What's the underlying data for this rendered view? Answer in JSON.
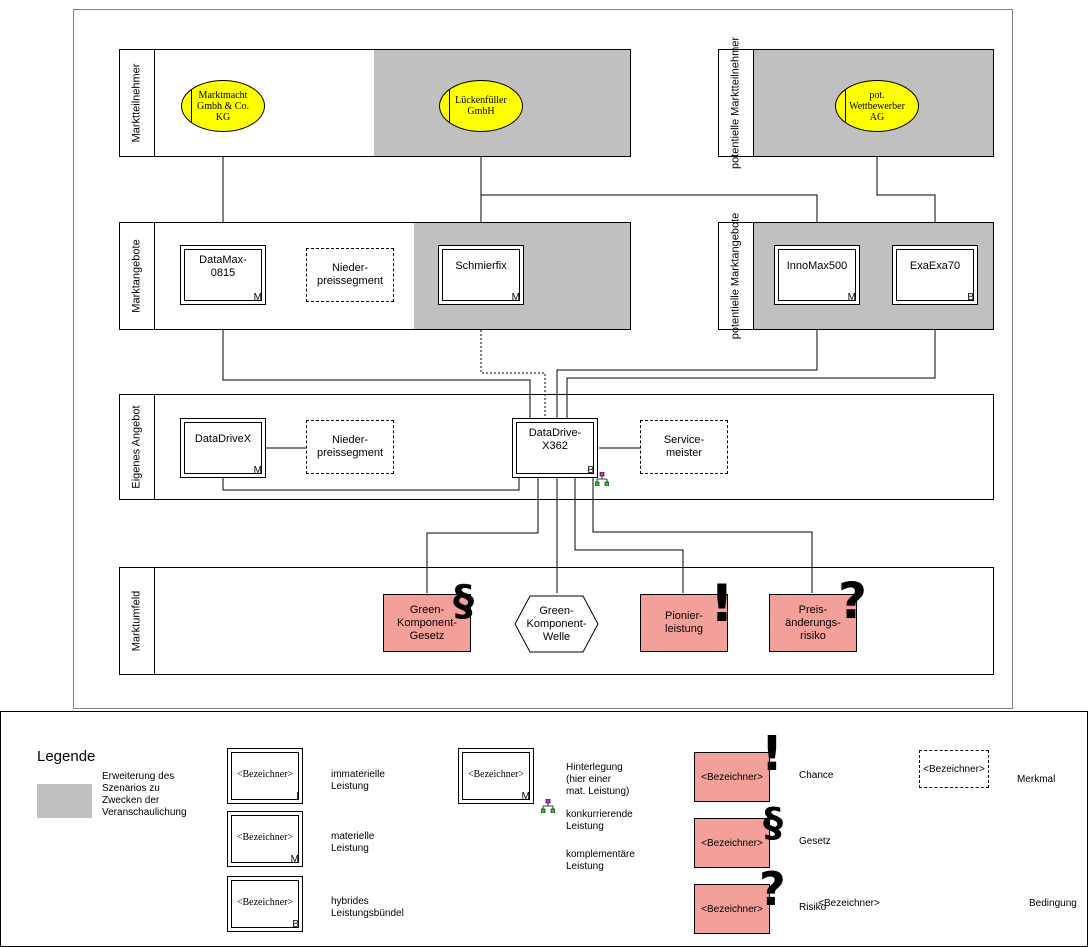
{
  "bands": {
    "marktteilnehmer": "Marktteilnehmer",
    "potentielle_marktteilnehmer": "potentielle\nMarktteilnehmer",
    "marktangebote": "Marktangebote",
    "potentielle_marktangebote": "potentielle\nMarktangebote",
    "eigenes_angebot": "Eigenes Angebot",
    "marktumfeld": "Marktumfeld"
  },
  "participants": [
    {
      "label": "Marktmacht\nGmbh & Co.\nKG"
    },
    {
      "label": "Lückenfüller\nGmbH"
    },
    {
      "label": "pot.\nWettbewerber\nAG"
    }
  ],
  "offers": [
    {
      "label": "DataMax-\n0815",
      "type": "M"
    },
    {
      "label": "Schmierfix",
      "type": "M"
    },
    {
      "label": "InnoMax500",
      "type": "M"
    },
    {
      "label": "ExaExa70",
      "type": "B"
    }
  ],
  "features": {
    "nieder1": "Nieder-\npreissegment",
    "nieder2": "Nieder-\npreissegment",
    "service": "Service-\nmeister"
  },
  "own": [
    {
      "label": "DataDriveX",
      "type": "M"
    },
    {
      "label": "DataDrive-\nX362",
      "type": "B"
    }
  ],
  "environment": {
    "gesetz": "Green-\nKomponent-\nGesetz",
    "welle": "Green-\nKomponent-\nWelle",
    "pionier": "Pionier-\nleistung",
    "risiko": "Preis-\nänderungs-\nrisiko"
  },
  "legend": {
    "title": "Legende",
    "grey_desc": "Erweiterung des\nSzenarios zu\nZwecken der\nVeranschaulichung",
    "placeholder": "<Bezeichner>",
    "immateriell": "immaterielle\nLeistung",
    "immateriell_type": "I",
    "materiell": "materielle\nLeistung",
    "materiell_type": "M",
    "hybrid": "hybrides\nLeistungsbündel",
    "hybrid_type": "B",
    "hinterlegung": "Hinterlegung\n(hier einer\nmat. Leistung)",
    "hinterlegung_type": "M",
    "konkurrierend": "konkurrierende\nLeistung",
    "komplementaer": "komplementäre\nLeistung",
    "chance": "Chance",
    "gesetz": "Gesetz",
    "risiko": "Risiko",
    "merkmal": "Merkmal",
    "bedingung": "Bedingung"
  },
  "colors": {
    "grey_extension": "#c0c0c0",
    "participant_fill": "#ffff00",
    "environment_fill": "#f4a09a"
  }
}
